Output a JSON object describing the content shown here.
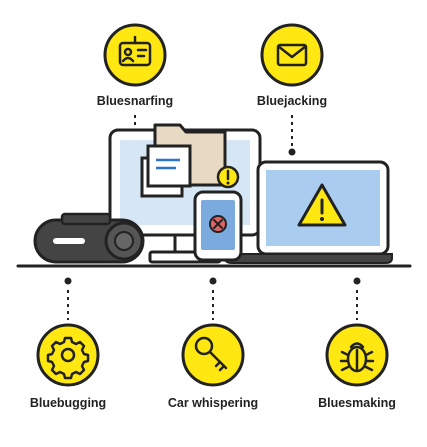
{
  "colors": {
    "yellow": "#FFE812",
    "outline": "#222222",
    "screen_blue": "#A9CCEF",
    "grey": "#D9D9D9",
    "folder_tan": "#E8D9C2",
    "speaker_dark": "#444444",
    "badge_red": "#E06666"
  },
  "labels": {
    "bluesnarfing": "Bluesnarfing",
    "bluejacking": "Bluejacking",
    "bluebugging": "Bluebugging",
    "car_whispering": "Car whispering",
    "bluesmaking": "Bluesmaking"
  },
  "icons": {
    "bluesnarfing": "id-badge-icon",
    "bluejacking": "envelope-icon",
    "bluebugging": "gear-icon",
    "car_whispering": "key-icon",
    "bluesmaking": "bug-icon",
    "warning": "warning-icon"
  },
  "laptop_warning_symbol": "!",
  "folder_alert_symbol": "!"
}
